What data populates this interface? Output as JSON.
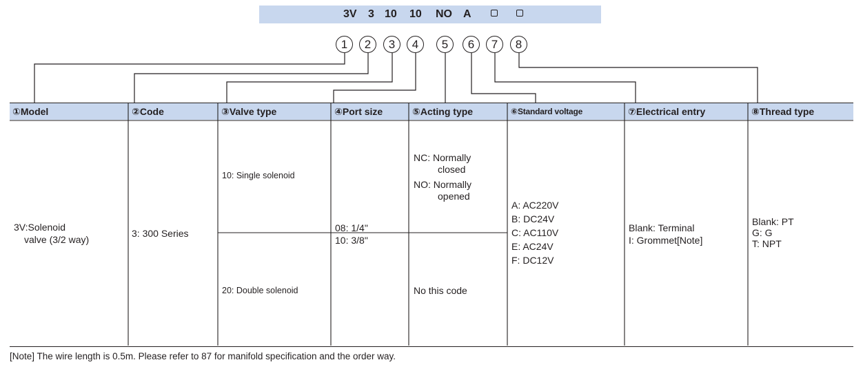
{
  "code_banner": {
    "segments": [
      "3V",
      "3",
      "10",
      "10",
      "NO",
      "A"
    ],
    "placeholders": 2
  },
  "circled_numbers": [
    "1",
    "2",
    "3",
    "4",
    "5",
    "6",
    "7",
    "8"
  ],
  "headers": [
    "①Model",
    "②Code",
    "③Valve type",
    "④Port size",
    "⑤Acting type",
    "⑥Standard voltage",
    "⑦Electrical entry",
    "⑧Thread type"
  ],
  "model": {
    "line1": "3V:Solenoid",
    "line2": "valve (3/2 way)"
  },
  "code": {
    "value": "3: 300 Series"
  },
  "valve_type": {
    "top": "10: Single solenoid",
    "bottom": "20: Double solenoid"
  },
  "port_size": {
    "line1": "08: 1/4\"",
    "line2": "10: 3/8\""
  },
  "acting_type": {
    "nc_line1": "NC: Normally",
    "nc_line2": "closed",
    "no_line1": "NO: Normally",
    "no_line2": "opened",
    "bottom": "No this code"
  },
  "standard_voltage": [
    "A: AC220V",
    "B: DC24V",
    "C: AC110V",
    "E: AC24V",
    "F: DC12V"
  ],
  "electrical_entry": [
    "Blank: Terminal",
    "I: Grommet[Note]"
  ],
  "thread_type": [
    "Blank: PT",
    "G: G",
    "T: NPT"
  ],
  "note": "[Note] The wire length is 0.5m.  Please refer to 87 for manifold specification and the order way."
}
